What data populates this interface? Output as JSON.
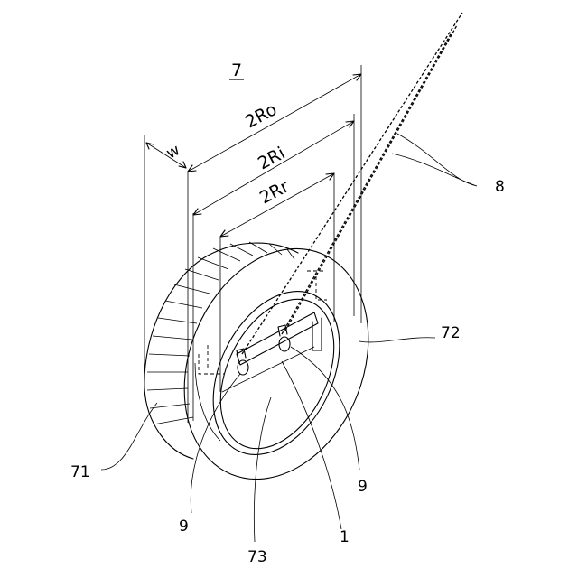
{
  "figure": {
    "title": "7",
    "labels": {
      "label_2ro": "2Ro",
      "label_2ri": "2Ri",
      "label_2rr": "2Rr",
      "label_w": "w",
      "label_8": "8",
      "label_72": "72",
      "label_71": "71",
      "label_9_left": "9",
      "label_9_right": "9",
      "label_73": "73",
      "label_1": "1"
    }
  }
}
